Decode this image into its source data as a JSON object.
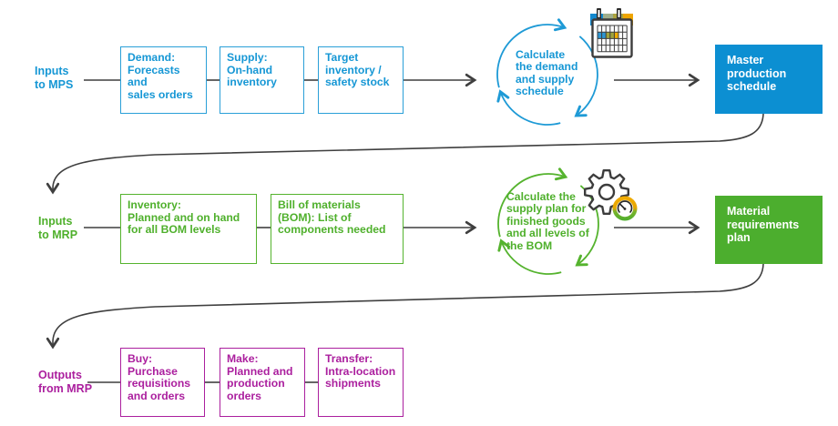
{
  "colors": {
    "blue": "#0C8FD2",
    "blue_stroke": "#1E9AD6",
    "green": "#4CAE2E",
    "green_stroke": "#55B32E",
    "magenta": "#AB1F9E",
    "connector_line": "#3F3F3F",
    "amber": "#F0AB00",
    "background": "#FFFFFF"
  },
  "icons": [
    "cycle-arrows-icon",
    "calendar-icon",
    "gear-icon",
    "gauge-icon"
  ],
  "rows": [
    {
      "label": "Inputs\nto MPS",
      "boxes": [
        {
          "text": "Demand:\nForecasts and\nsales orders"
        },
        {
          "text": "Supply:\nOn-hand\ninventory"
        },
        {
          "text": "Target\ninventory /\nsafety stock"
        }
      ],
      "cycle_text": "Calculate\nthe demand\nand supply\nschedule",
      "result": "Master\nproduction\nschedule"
    },
    {
      "label": "Inputs\nto MRP",
      "boxes": [
        {
          "text": "Inventory:\nPlanned and on hand\nfor all BOM levels"
        },
        {
          "text": "Bill of materials\n(BOM): List of\ncomponents needed"
        }
      ],
      "cycle_text": "Calculate the\nsupply plan for\nfinished goods\nand all levels of\nthe BOM",
      "result": "Material\nrequirements\nplan"
    },
    {
      "label": "Outputs\nfrom MRP",
      "boxes": [
        {
          "text": "Buy:\nPurchase\nrequisitions\nand orders"
        },
        {
          "text": "Make:\nPlanned and\nproduction\norders"
        },
        {
          "text": "Transfer:\nIntra-location\nshipments"
        }
      ]
    }
  ]
}
